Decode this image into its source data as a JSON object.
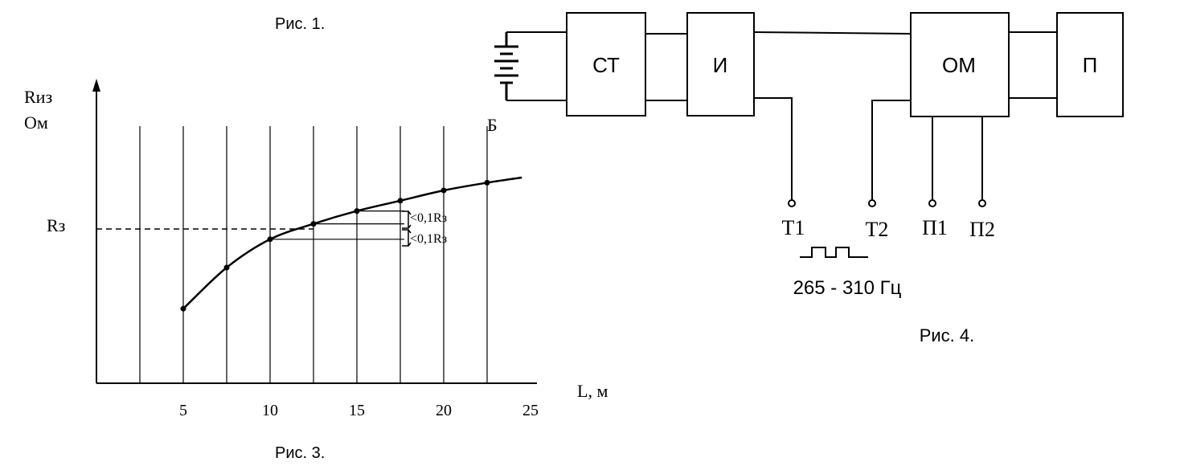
{
  "fig1": {
    "caption": "Рис. 1."
  },
  "fig3": {
    "caption": "Рис. 3.",
    "y_label_line1": "Rиз",
    "y_label_line2": "Ом",
    "x_label": "L, м",
    "rz_label": "Rз",
    "annotation_upper": "<0,1Rз",
    "annotation_lower": "<0,1Rз",
    "extra_label": "Б"
  },
  "fig4": {
    "caption": "Рис. 4.",
    "blocks": {
      "st": "СТ",
      "i": "И",
      "om": "ОМ",
      "p": "П"
    },
    "terminals": {
      "t1": "Т1",
      "t2": "Т2",
      "p1": "П1",
      "p2": "П2"
    },
    "frequency": "265 - 310 Гц"
  },
  "chart_data": {
    "type": "line",
    "x_ticks": [
      "5",
      "10",
      "15",
      "20",
      "25"
    ],
    "x": [
      5,
      7.5,
      10,
      12.5,
      15,
      17.5,
      20,
      22.5
    ],
    "y": [
      0.29,
      0.45,
      0.56,
      0.62,
      0.67,
      0.71,
      0.75,
      0.78
    ],
    "xlim": [
      0,
      25
    ],
    "ylim": [
      0,
      1
    ],
    "grid_x": [
      2.5,
      5,
      7.5,
      10,
      12.5,
      15,
      17.5,
      20,
      22.5
    ],
    "rz_level": 0.6
  }
}
